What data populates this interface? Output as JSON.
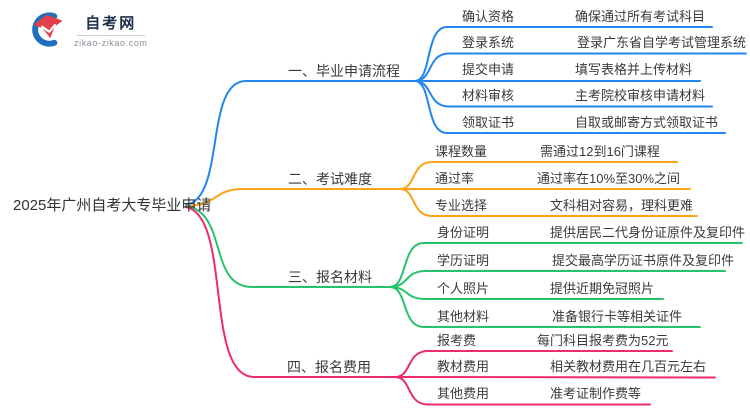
{
  "logo": {
    "title": "自考网",
    "domain": "zikao-zikao.com"
  },
  "central_topic": "2025年广州自考大专毕业申请",
  "colors": {
    "branch1": "#2386f0",
    "branch2": "#faa519",
    "branch3": "#27c26d",
    "branch4": "#ee2b6e",
    "text": "#3a3a3a",
    "logo_blue": "#1e6fbe",
    "logo_red": "#e3404a"
  },
  "branches": [
    {
      "label": "一、毕业申请流程",
      "children": [
        {
          "label": "确认资格",
          "desc": "确保通过所有考试科目"
        },
        {
          "label": "登录系统",
          "desc": "登录广东省自学考试管理系统"
        },
        {
          "label": "提交申请",
          "desc": "填写表格并上传材料"
        },
        {
          "label": "材料审核",
          "desc": "主考院校审核申请材料"
        },
        {
          "label": "领取证书",
          "desc": "自取或邮寄方式领取证书"
        }
      ]
    },
    {
      "label": "二、考试难度",
      "children": [
        {
          "label": "课程数量",
          "desc": "需通过12到16门课程"
        },
        {
          "label": "通过率",
          "desc": "通过率在10%至30%之间"
        },
        {
          "label": "专业选择",
          "desc": "文科相对容易，理科更难"
        }
      ]
    },
    {
      "label": "三、报名材料",
      "children": [
        {
          "label": "身份证明",
          "desc": "提供居民二代身份证原件及复印件"
        },
        {
          "label": "学历证明",
          "desc": "提交最高学历证书原件及复印件"
        },
        {
          "label": "个人照片",
          "desc": "提供近期免冠照片"
        },
        {
          "label": "其他材料",
          "desc": "准备银行卡等相关证件"
        }
      ]
    },
    {
      "label": "四、报名费用",
      "children": [
        {
          "label": "报考费",
          "desc": "每门科目报考费为52元"
        },
        {
          "label": "教材费用",
          "desc": "相关教材费用在几百元左右"
        },
        {
          "label": "其他费用",
          "desc": "准考证制作费等"
        }
      ]
    }
  ]
}
